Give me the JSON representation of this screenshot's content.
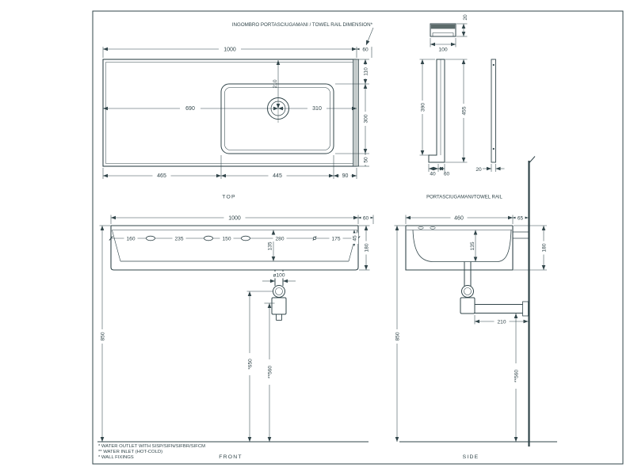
{
  "colors": {
    "ink": "#31454a",
    "paper": "#ffffff",
    "rail_fill": "#c4cbcb",
    "rail_dark": "#5c6b6b"
  },
  "annotation": {
    "towel_rail_note": "INGOMBRO PORTASCIUGAMANI / TOWEL RAIL DIMENSION*"
  },
  "top_view": {
    "label": "TOP",
    "dims": {
      "overall_width": "1000",
      "rail_extension": "60",
      "left_to_drain": "690",
      "drain_to_right": "310",
      "drain_from_back": "210",
      "back_to_basin": "110",
      "basin_depth": "300",
      "basin_to_front": "50",
      "bottom_left": "465",
      "bottom_middle": "445",
      "bottom_right": "90"
    }
  },
  "rail_view": {
    "label": "PORTASCIUGAMANI/TOWEL RAIL",
    "dims": {
      "top_depth": "20",
      "top_width": "100",
      "inner_height": "390",
      "overall_height": "455",
      "foot_inner": "40",
      "foot_outer": "60",
      "bar_thickness": "20"
    }
  },
  "front_view": {
    "label": "FRONT",
    "dims": {
      "overall_width": "1000",
      "rail_extension": "60",
      "hole_1": "160",
      "hole_2": "235",
      "hole_3": "150",
      "hole_4": "280",
      "hole_5": "175",
      "hole_offset": "45",
      "basin_inner_depth": "135",
      "front_height": "180",
      "drain_diameter": "ø100",
      "floor_to_top": "850",
      "outlet_height": "*650",
      "inlet_height": "**560"
    }
  },
  "side_view": {
    "label": "SIDE",
    "dims": {
      "overall_depth": "460",
      "wall_clearance": "65",
      "basin_inner_depth": "135",
      "front_height": "180",
      "trap_to_wall": "210",
      "floor_to_top": "850",
      "inlet_height": "**560"
    }
  },
  "footnotes": [
    "*  WATER OUTLET WITH SISP/SIFN/SIFBR/SIFCM",
    "** WATER INLET  (HOT-COLD)",
    "*  WALL FIXINGS"
  ]
}
